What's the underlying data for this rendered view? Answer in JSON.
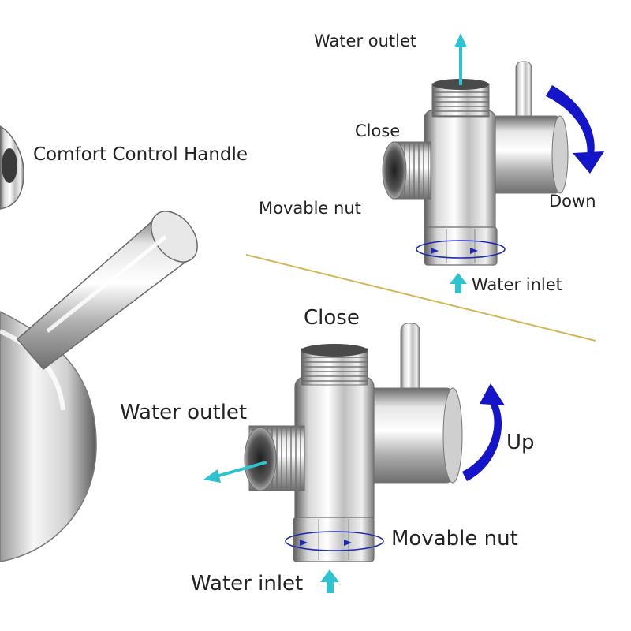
{
  "colors": {
    "chrome_light": "#f4f4f4",
    "chrome_mid": "#b8b8b8",
    "chrome_dark": "#5e5e5e",
    "flow_arrow": "#2fc3cf",
    "rotate_arrow": "#1414c8",
    "divider": "#d4b553",
    "text": "#222222"
  },
  "left_part": {
    "handle_label": "Comfort Control Handle"
  },
  "top_diagram": {
    "label_outlet": "Water outlet",
    "label_close": "Close",
    "label_nut": "Movable nut",
    "label_direction": "Down",
    "label_inlet": "Water inlet",
    "rotation": "down"
  },
  "bottom_diagram": {
    "label_close": "Close",
    "label_outlet": "Water outlet",
    "label_direction": "Up",
    "label_nut": "Movable nut",
    "label_inlet": "Water inlet",
    "rotation": "up"
  },
  "icons": [
    "flow-arrow-icon",
    "rotate-down-icon",
    "rotate-up-icon",
    "nut-rotation-icon"
  ]
}
